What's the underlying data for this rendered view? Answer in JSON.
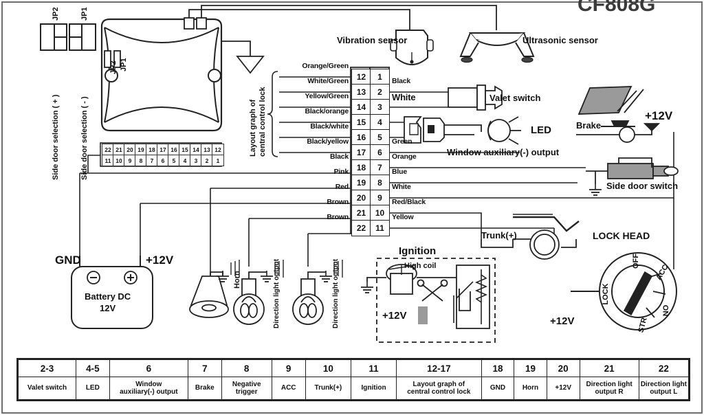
{
  "title": "CF808G",
  "sensors": {
    "vibration": "Vibration sensor",
    "ultrasonic": "Ultrasonic sensor"
  },
  "jumpers": [
    {
      "name": "JP1",
      "label": "Side door selection ( - )"
    },
    {
      "name": "JP2",
      "label": "Side door selection ( + )"
    }
  ],
  "unit_jumpers": [
    {
      "name": "JP1"
    },
    {
      "name": "JP2"
    }
  ],
  "main_unit": {
    "connector_top_row": [
      "22",
      "21",
      "20",
      "19",
      "18",
      "17",
      "16",
      "15",
      "14",
      "13",
      "12"
    ],
    "connector_bottom_row": [
      "11",
      "10",
      "9",
      "8",
      "7",
      "6",
      "5",
      "4",
      "3",
      "2",
      "1"
    ]
  },
  "central_lock_label": "Layout graph of\ncentral control lock",
  "terminal": {
    "left_column": [
      "12",
      "13",
      "14",
      "15",
      "16",
      "17",
      "18",
      "19",
      "20",
      "21",
      "22"
    ],
    "right_column": [
      "1",
      "2",
      "3",
      "4",
      "5",
      "6",
      "7",
      "8",
      "9",
      "10",
      "11"
    ],
    "left_wires": [
      "Orange/Green",
      "White/Green",
      "Yellow/Green",
      "Black/orange",
      "Black/white",
      "Black/yellow",
      "Black",
      "Pink",
      "Red",
      "Brown",
      "Brown"
    ],
    "right_wires": [
      "",
      "Black",
      "White",
      "",
      "",
      "Green",
      "Orange",
      "Blue",
      "White",
      "Red/Black",
      "Yellow"
    ]
  },
  "components": {
    "valet_switch": "Valet switch",
    "led": "LED",
    "window_output": "Window  auxiliary(-) output",
    "brake": "Brake",
    "brake_supply": "+12V",
    "side_door_switch": "Side door switch",
    "trunk": "Trunk(+)",
    "gnd": "GND",
    "battery_supply": "+12V",
    "battery": "Battery DC\n12V",
    "battery_minus": "−",
    "battery_plus": "+",
    "horn": "Horn",
    "direction_light_1": "Direction light output",
    "direction_light_2": "Direction light output",
    "ignition": "Ignition",
    "high_coil": "High coil",
    "ignition_supply": "+12V"
  },
  "lock_head": {
    "title": "LOCK HEAD",
    "supply": "+12V",
    "positions": [
      "OFF",
      "ACC",
      "NO",
      "STR",
      "LOCK"
    ]
  },
  "legend": {
    "pins": [
      "2-3",
      "4-5",
      "6",
      "7",
      "8",
      "9",
      "10",
      "11",
      "12-17",
      "18",
      "19",
      "20",
      "21",
      "22"
    ],
    "functions": [
      "Valet switch",
      "LED",
      "Window\nauxiliary(-) output",
      "Brake",
      "Negative\ntrigger",
      "ACC",
      "Trunk(+)",
      "Ignition",
      "Layout graph of\ncentral control lock",
      "GND",
      "Horn",
      "+12V",
      "Direction light\noutput R",
      "Direction light\noutput L"
    ]
  },
  "colors": {
    "ink": "#222222",
    "paper": "#ffffff",
    "gray_fill": "#9a9a9a",
    "border": "#6e6e6e"
  }
}
